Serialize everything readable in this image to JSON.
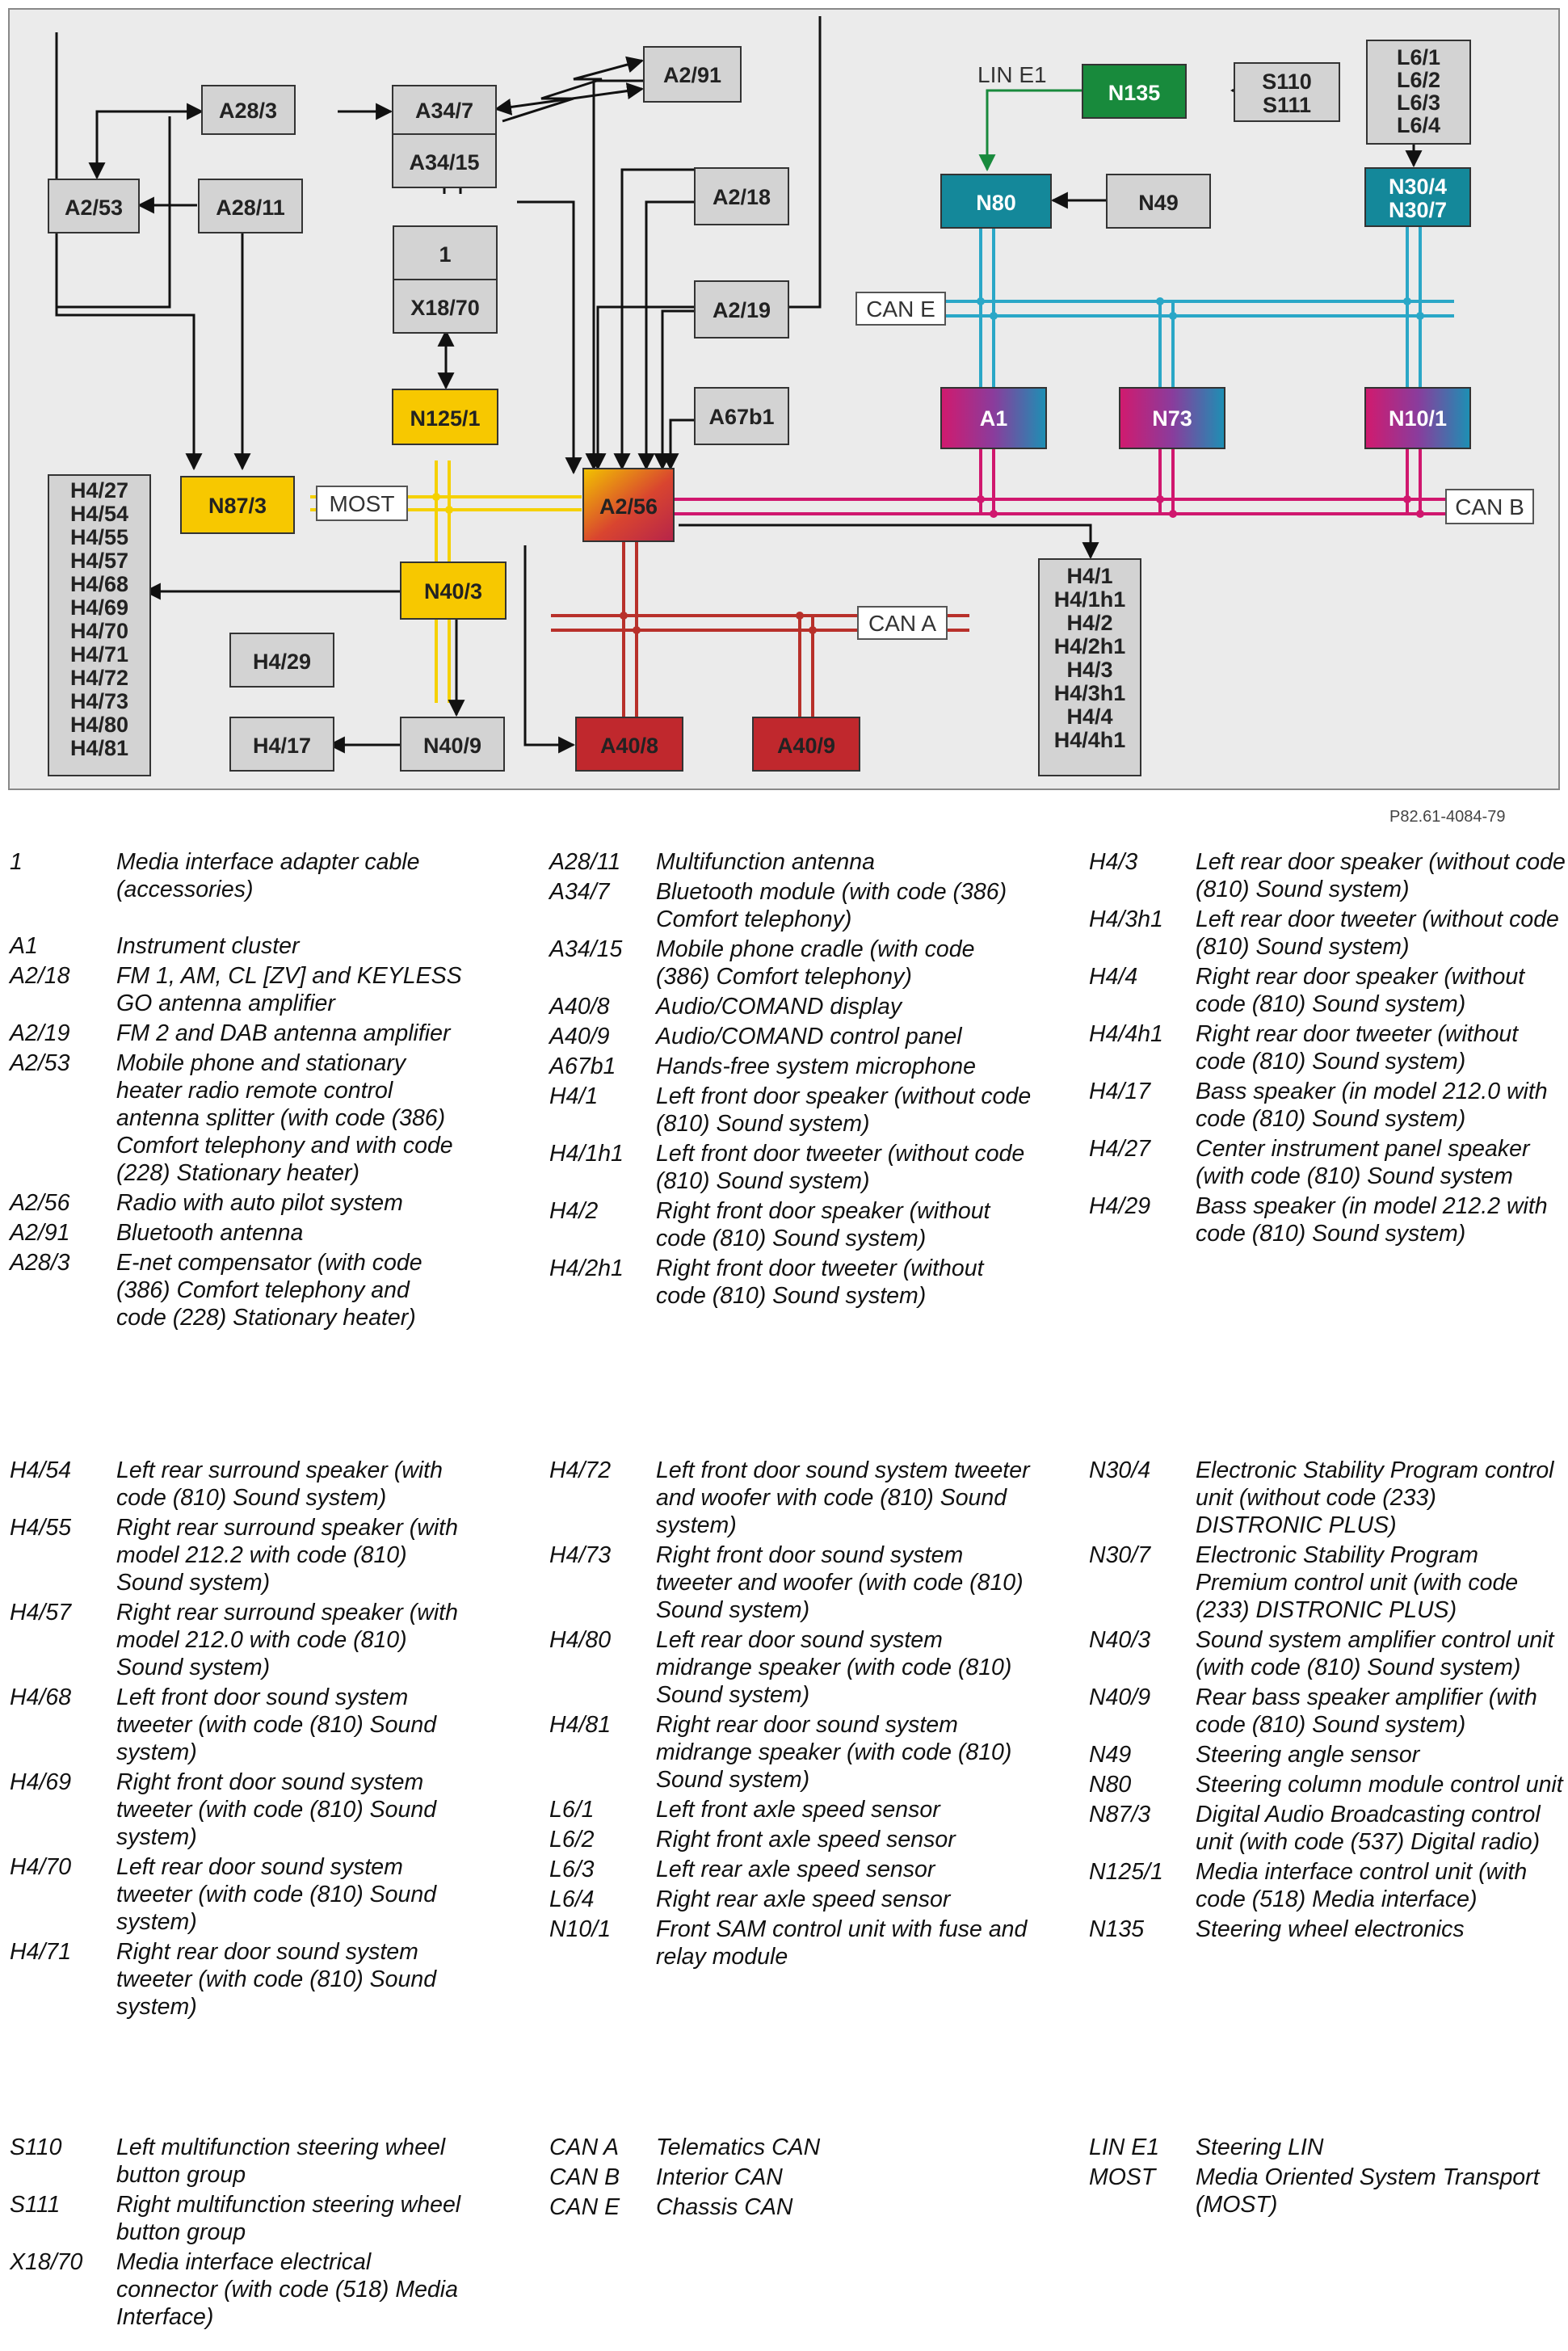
{
  "figure_ref": "P82.61-4084-79",
  "components": {
    "a28_3": "A28/3",
    "a34_7": "A34/7",
    "a34_15": "A34/15",
    "a2_91": "A2/91",
    "a2_53": "A2/53",
    "a28_11": "A28/11",
    "a2_18": "A2/18",
    "a2_19": "A2/19",
    "one": "1",
    "x18_70": "X18/70",
    "n125_1": "N125/1",
    "a67b1": "A67b1",
    "n87_3": "N87/3",
    "a2_56": "A2/56",
    "n40_3": "N40/3",
    "n40_9": "N40/9",
    "h4_29": "H4/29",
    "h4_17": "H4/17",
    "a40_8": "A40/8",
    "a40_9": "A40/9",
    "n135": "N135",
    "s110": "S110",
    "s111": "S111",
    "n80": "N80",
    "n49": "N49",
    "n30_4": "N30/4",
    "n30_7": "N30/7",
    "a1": "A1",
    "n73": "N73",
    "n10_1": "N10/1",
    "l_group": [
      "L6/1",
      "L6/2",
      "L6/3",
      "L6/4"
    ],
    "h4_left_group": [
      "H4/27",
      "H4/54",
      "H4/55",
      "H4/57",
      "H4/68",
      "H4/69",
      "H4/70",
      "H4/71",
      "H4/72",
      "H4/73",
      "H4/80",
      "H4/81"
    ],
    "h4_right_group": [
      "H4/1",
      "H4/1h1",
      "H4/2",
      "H4/2h1",
      "H4/3",
      "H4/3h1",
      "H4/4",
      "H4/4h1"
    ]
  },
  "bus_labels": {
    "lin_e1": "LIN E1",
    "can_e": "CAN E",
    "can_b": "CAN B",
    "can_a": "CAN A",
    "most": "MOST"
  },
  "colors": {
    "yellow": "#f7c800",
    "most_line": "#f5d100",
    "green": "#188a3c",
    "teal": "#14889a",
    "can_e_line": "#2aa7c7",
    "can_b_line": "#d0176e",
    "can_a_line": "#b8302a",
    "red_box": "#c0282d",
    "gray_box": "#d3d3d3"
  },
  "legend": {
    "block1": [
      [
        {
          "code": "1",
          "desc": "Media interface adapter cable (accessories)"
        },
        {
          "code": "A1",
          "desc": "Instrument cluster",
          "gap": true
        },
        {
          "code": "A2/18",
          "desc": "FM 1, AM, CL [ZV] and KEYLESS GO antenna amplifier"
        },
        {
          "code": "A2/19",
          "desc": "FM 2 and DAB antenna amplifier"
        },
        {
          "code": "A2/53",
          "desc": "Mobile phone and stationary heater radio remote control antenna splitter (with code (386) Comfort telephony and with code (228) Stationary heater)"
        },
        {
          "code": "A2/56",
          "desc": "Radio with auto pilot system"
        },
        {
          "code": "A2/91",
          "desc": "Bluetooth antenna"
        },
        {
          "code": "A28/3",
          "desc": "E-net compensator (with code (386) Comfort telephony and code (228) Stationary heater)"
        }
      ],
      [
        {
          "code": "A28/11",
          "desc": "Multifunction antenna"
        },
        {
          "code": "A34/7",
          "desc": "Bluetooth module (with code (386) Comfort telephony)"
        },
        {
          "code": "A34/15",
          "desc": "Mobile phone cradle (with code (386) Comfort telephony)"
        },
        {
          "code": "A40/8",
          "desc": "Audio/COMAND display"
        },
        {
          "code": "A40/9",
          "desc": "Audio/COMAND control panel"
        },
        {
          "code": "A67b1",
          "desc": "Hands-free system microphone"
        },
        {
          "code": "H4/1",
          "desc": "Left front door speaker (without code (810) Sound system)"
        },
        {
          "code": "H4/1h1",
          "desc": "Left front door tweeter (without code (810) Sound system)"
        },
        {
          "code": "H4/2",
          "desc": "Right front door speaker (without code (810) Sound system)"
        },
        {
          "code": "H4/2h1",
          "desc": "Right front door tweeter (without code (810) Sound system)"
        }
      ],
      [
        {
          "code": "H4/3",
          "desc": "Left rear door speaker (without code (810) Sound system)"
        },
        {
          "code": "H4/3h1",
          "desc": "Left rear door tweeter (without code (810) Sound system)"
        },
        {
          "code": "H4/4",
          "desc": "Right rear door speaker (without code (810) Sound system)"
        },
        {
          "code": "H4/4h1",
          "desc": "Right rear door tweeter (without code (810) Sound system)"
        },
        {
          "code": "H4/17",
          "desc": "Bass speaker (in model 212.0 with code (810) Sound system)"
        },
        {
          "code": "H4/27",
          "desc": "Center instrument panel speaker (with code (810) Sound system"
        },
        {
          "code": "H4/29",
          "desc": "Bass speaker (in model 212.2 with code (810) Sound system)"
        }
      ]
    ],
    "block2": [
      [
        {
          "code": "H4/54",
          "desc": "Left rear surround speaker (with code (810) Sound system)"
        },
        {
          "code": "H4/55",
          "desc": "Right rear surround speaker (with model 212.2 with code (810) Sound system)"
        },
        {
          "code": "H4/57",
          "desc": "Right rear surround speaker (with model 212.0 with code (810) Sound system)"
        },
        {
          "code": "H4/68",
          "desc": "Left front door sound system tweeter (with code (810) Sound system)"
        },
        {
          "code": "H4/69",
          "desc": "Right front door sound system tweeter (with code (810) Sound system)"
        },
        {
          "code": "H4/70",
          "desc": "Left rear door sound system tweeter (with code (810) Sound system)"
        },
        {
          "code": "H4/71",
          "desc": "Right rear door sound system tweeter (with code (810) Sound system)"
        }
      ],
      [
        {
          "code": "H4/72",
          "desc": "Left front door sound system tweeter and woofer with code (810) Sound system)"
        },
        {
          "code": "H4/73",
          "desc": "Right front door sound system tweeter and woofer (with code (810) Sound system)"
        },
        {
          "code": "H4/80",
          "desc": "Left rear door sound system midrange speaker (with code (810) Sound system)"
        },
        {
          "code": "H4/81",
          "desc": "Right rear door sound system midrange speaker (with code (810) Sound system)"
        },
        {
          "code": "L6/1",
          "desc": "Left front axle speed sensor"
        },
        {
          "code": "L6/2",
          "desc": "Right front axle speed sensor"
        },
        {
          "code": "L6/3",
          "desc": "Left rear axle speed sensor"
        },
        {
          "code": "L6/4",
          "desc": "Right rear axle speed sensor"
        },
        {
          "code": "N10/1",
          "desc": "Front SAM control unit with fuse and relay module"
        }
      ],
      [
        {
          "code": "N30/4",
          "desc": "Electronic Stability Program control unit (without code (233) DISTRONIC PLUS)"
        },
        {
          "code": "N30/7",
          "desc": "Electronic Stability Program Premium control unit (with code (233) DISTRONIC PLUS)"
        },
        {
          "code": "N40/3",
          "desc": "Sound system amplifier control unit (with code (810) Sound system)"
        },
        {
          "code": "N40/9",
          "desc": "Rear bass speaker amplifier (with code (810) Sound system)"
        },
        {
          "code": "N49",
          "desc": "Steering angle sensor"
        },
        {
          "code": "N80",
          "desc": "Steering column module control unit"
        },
        {
          "code": "N87/3",
          "desc": "Digital Audio Broadcasting control unit (with code (537) Digital radio)"
        },
        {
          "code": "N125/1",
          "desc": "Media interface control unit (with code (518) Media interface)"
        },
        {
          "code": "N135",
          "desc": "Steering wheel electronics"
        }
      ]
    ],
    "block3": [
      [
        {
          "code": "S110",
          "desc": "Left multifunction steering wheel button group"
        },
        {
          "code": "S111",
          "desc": "Right multifunction steering wheel button group"
        },
        {
          "code": "X18/70",
          "desc": "Media interface electrical connector (with code (518) Media Interface)"
        }
      ],
      [
        {
          "code": "CAN A",
          "desc": "Telematics CAN"
        },
        {
          "code": "CAN B",
          "desc": "Interior CAN"
        },
        {
          "code": "CAN E",
          "desc": "Chassis CAN"
        }
      ],
      [
        {
          "code": "LIN E1",
          "desc": "Steering LIN"
        },
        {
          "code": "MOST",
          "desc": "Media Oriented System Transport (MOST)"
        }
      ]
    ]
  }
}
